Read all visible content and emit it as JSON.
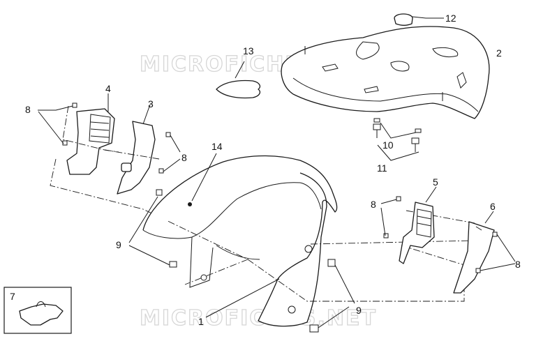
{
  "watermark": "MICROFICHES.NET",
  "callouts": {
    "c1": "1",
    "c2": "2",
    "c3": "3",
    "c4": "4",
    "c5": "5",
    "c6": "6",
    "c7": "7",
    "c8a": "8",
    "c8b": "8",
    "c8c": "8",
    "c8d": "8",
    "c9a": "9",
    "c9b": "9",
    "c10": "10",
    "c11": "11",
    "c12": "12",
    "c13": "13",
    "c14": "14"
  }
}
